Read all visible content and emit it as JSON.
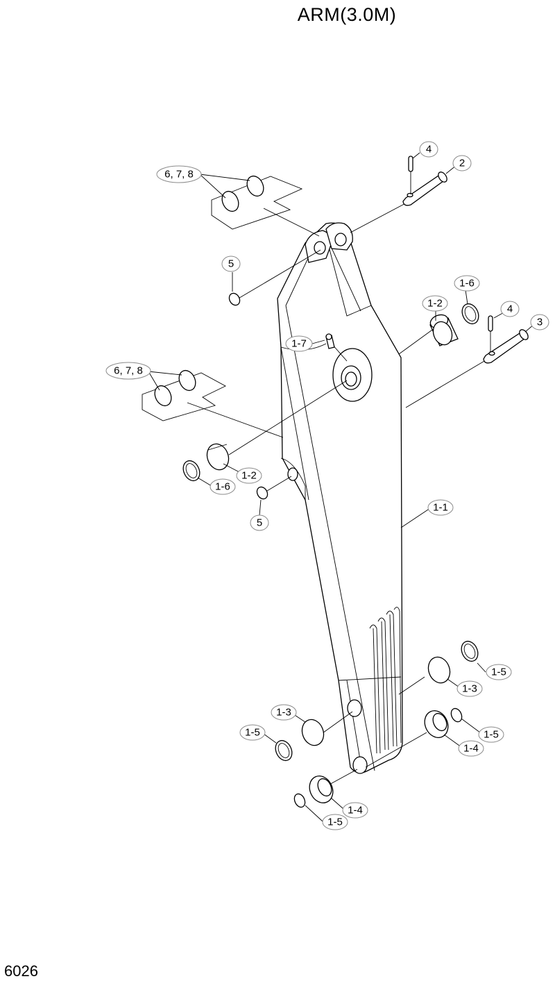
{
  "title": "ARM(3.0M)",
  "page_number": "6026",
  "callouts": {
    "c_4a": "4",
    "c_2": "2",
    "c_678a": "6, 7, 8",
    "c_5a": "5",
    "c_1_6a": "1-6",
    "c_1_2a": "1-2",
    "c_4b": "4",
    "c_3": "3",
    "c_1_7": "1-7",
    "c_678b": "6, 7, 8",
    "c_1_2b": "1-2",
    "c_1_6b": "1-6",
    "c_5b": "5",
    "c_1_1": "1-1",
    "c_1_5a": "1-5",
    "c_1_3a": "1-3",
    "c_1_3b": "1-3",
    "c_1_5b": "1-5",
    "c_1_5c": "1-5",
    "c_1_4a": "1-4",
    "c_1_4b": "1-4",
    "c_1_5d": "1-5"
  }
}
